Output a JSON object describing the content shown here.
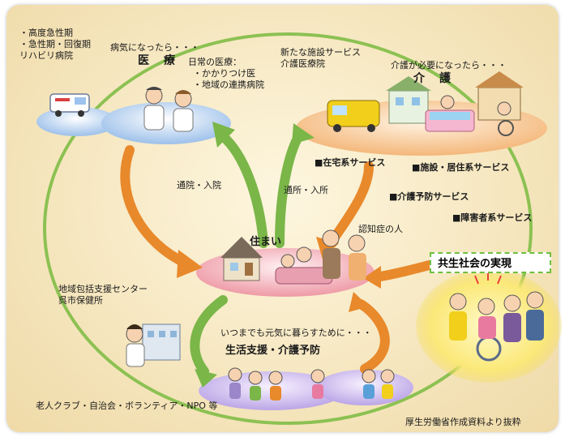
{
  "medical": {
    "acute_lines": [
      "・高度急性期",
      "・急性期・回復期",
      "リハビリ病院"
    ],
    "when_sick": "病気になったら・・・",
    "title": "医　療",
    "daily_title": "日常の医療：",
    "daily_items": [
      "・かかりつけ医",
      "・地域の連携病院"
    ]
  },
  "care": {
    "new_facility_lines": [
      "新たな施設サービス",
      "介護医療院"
    ],
    "when_needed": "介護が必要になったら・・・",
    "title": "介　護",
    "services": [
      "■在宅系サービス",
      "■施設・居住系サービス",
      "■介護予防サービス",
      "■障害者系サービス"
    ]
  },
  "arrows": {
    "clinic": "通院・入院",
    "daycare": "通所・入所"
  },
  "home": {
    "title": "住まい",
    "dementia": "認知症の人"
  },
  "coexistence": "共生社会の実現",
  "support_center_lines": [
    "地域包括支援センター",
    "呉市保健所"
  ],
  "prevention": {
    "subtitle": "いつまでも元気に暮らすために・・・",
    "title": "生活支援・介護予防"
  },
  "community": "老人クラブ・自治会・ボランティア・NPO 等",
  "source": "厚生労働省作成資料より抜粋",
  "colors": {
    "circle": "#8cc152",
    "arrow_orange": "#e8892b",
    "arrow_green": "#7ab648",
    "medical_disc": "#bcd3f0",
    "care_disc": "#f6cfa0",
    "home_disc": "#f4b8c0",
    "prevention_disc": "#cfc0ea"
  }
}
